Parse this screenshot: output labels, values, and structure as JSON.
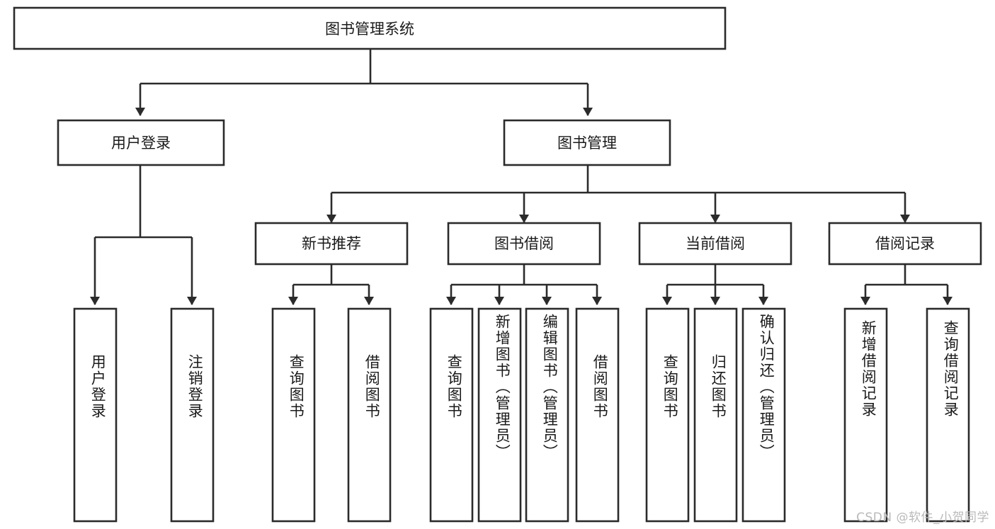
{
  "diagram": {
    "title": "图书管理系统",
    "type": "tree",
    "watermark": "CSDN @软件_小贺同学",
    "levels": {
      "root": {
        "label": "图书管理系统"
      },
      "level2": [
        {
          "label": "用户登录"
        },
        {
          "label": "图书管理"
        }
      ],
      "level3": [
        {
          "label": "新书推荐"
        },
        {
          "label": "图书借阅"
        },
        {
          "label": "当前借阅"
        },
        {
          "label": "借阅记录"
        }
      ]
    },
    "leaves": {
      "user_login": [
        {
          "label": "用户登录"
        },
        {
          "label": "注销登录"
        }
      ],
      "new_book_recommend": [
        {
          "label": "查询图书"
        },
        {
          "label": "借阅图书"
        }
      ],
      "book_borrow": [
        {
          "label": "查询图书"
        },
        {
          "label": "新增图书（管理员）"
        },
        {
          "label": "编辑图书（管理员）"
        },
        {
          "label": "借阅图书"
        }
      ],
      "current_borrow": [
        {
          "label": "查询图书"
        },
        {
          "label": "归还图书"
        },
        {
          "label": "确认归还（管理员）"
        }
      ],
      "borrow_record": [
        {
          "label": "新增借阅记录"
        },
        {
          "label": "查询借阅记录"
        }
      ]
    },
    "colors": {
      "stroke": "#2b2b2b",
      "fill": "#ffffff",
      "text": "#1a1a1a",
      "watermark": "#b9b9b9"
    }
  }
}
